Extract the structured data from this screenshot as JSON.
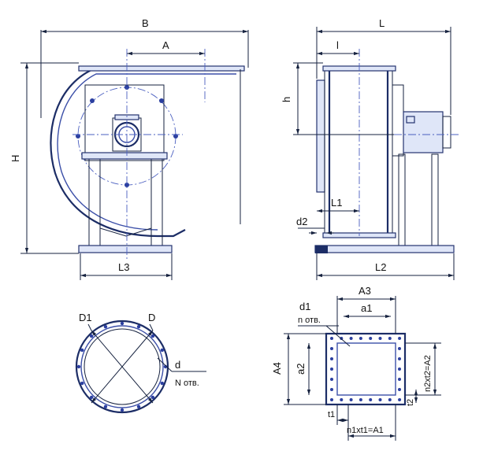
{
  "colors": {
    "line": "#16223f",
    "accent": "#3b4fa8",
    "fill": "#dfe6f8",
    "background": "#ffffff"
  },
  "labels": {
    "B": "B",
    "A": "A",
    "H": "H",
    "L3": "L3",
    "L": "L",
    "l": "l",
    "h": "h",
    "L1": "L1",
    "d2": "d2",
    "L2": "L2",
    "D1": "D1",
    "D": "D",
    "d_round": "d",
    "N_otv": "N отв.",
    "A3": "A3",
    "d1": "d1",
    "n_otv": "n отв.",
    "a1": "a1",
    "A4": "A4",
    "a2": "a2",
    "n2t2": "n2xt2=A2",
    "t2": "t2",
    "t1": "t1",
    "n1t1": "n1xt1=A1"
  }
}
